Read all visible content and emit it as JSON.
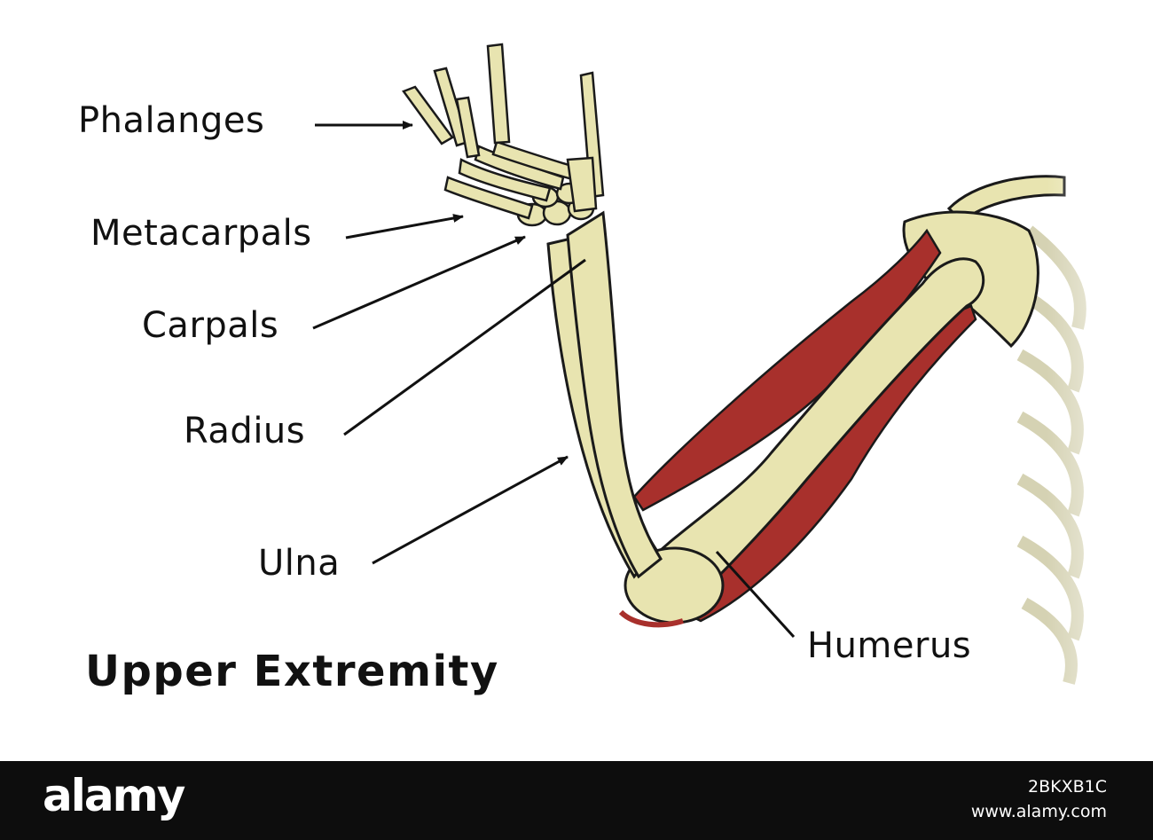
{
  "title": "Upper Extremity",
  "labels": {
    "phalanges": "Phalanges",
    "metacarpals": "Metacarpals",
    "carpals": "Carpals",
    "radius": "Radius",
    "ulna": "Ulna",
    "humerus": "Humerus"
  },
  "footer": {
    "brand": "alamy",
    "image_code": "2BKXB1C",
    "url": "www.alamy.com"
  },
  "colors": {
    "bone": "#e8e4b0",
    "muscle": "#a8302c",
    "outline": "#1a1a1a",
    "footer_bg": "#0d0d0d"
  }
}
